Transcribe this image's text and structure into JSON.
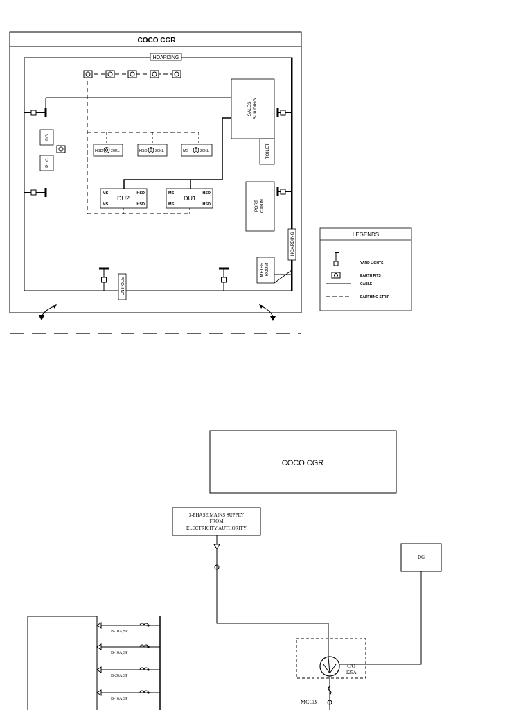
{
  "site_plan": {
    "title": "COCO  CGR",
    "hoarding_top": "HOARDING",
    "hoarding_side": "HOARDING",
    "sales_building": [
      "SALES",
      "BUILDING"
    ],
    "toilet": "TOILET",
    "port_cabin": [
      "PORT",
      "CABIN"
    ],
    "meter_room": [
      "METER",
      "ROOM"
    ],
    "unipole": "UNIPOLE",
    "dg": "DG",
    "puc": "PUC",
    "tanks": [
      {
        "prefix": "HSD",
        "capacity": "20KL"
      },
      {
        "prefix": "HSD",
        "capacity": "20KL"
      },
      {
        "prefix": "MS",
        "capacity": "20KL"
      }
    ],
    "dispensers": [
      {
        "name": "DU2",
        "tl": "MS",
        "tr": "HSD",
        "bl": "MS",
        "br": "HSD"
      },
      {
        "name": "DU1",
        "tl": "MS",
        "tr": "HSD",
        "bl": "MS",
        "br": "HSD"
      }
    ]
  },
  "legends": {
    "title": "LEGENDS",
    "items": [
      {
        "icon": "yard-light-icon",
        "label": "YARD LIGHTS"
      },
      {
        "icon": "earth-pit-icon",
        "label": "EARTH PITS"
      },
      {
        "icon": "cable-line-icon",
        "label": "CABLE"
      },
      {
        "icon": "earthing-strip-icon",
        "label": "EARTHING STRIP"
      }
    ]
  },
  "sld": {
    "title": "COCO CGR",
    "supply": [
      "3-PHASE MAINS SUPPLY",
      "FROM",
      "ELECTRICITY AUTHORITY"
    ],
    "dg": "DG",
    "changeover": [
      "C/O",
      "125A"
    ],
    "mccb": "MCCB",
    "breakers": [
      "B-10A,SP",
      "B-10A,SP",
      "B-20A,SP",
      "B-16A,SP"
    ]
  }
}
